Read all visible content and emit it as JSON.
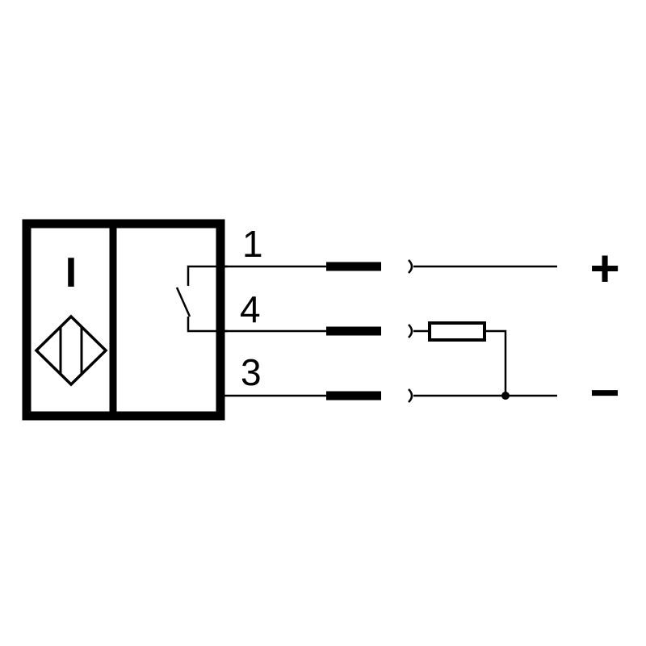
{
  "diagram": {
    "sensor_mark": "I",
    "pins": [
      {
        "label": "1"
      },
      {
        "label": "4"
      },
      {
        "label": "3"
      }
    ],
    "supply": {
      "positive": "+",
      "negative": "−"
    },
    "colors": {
      "line": "#000000",
      "background": "#ffffff"
    }
  }
}
